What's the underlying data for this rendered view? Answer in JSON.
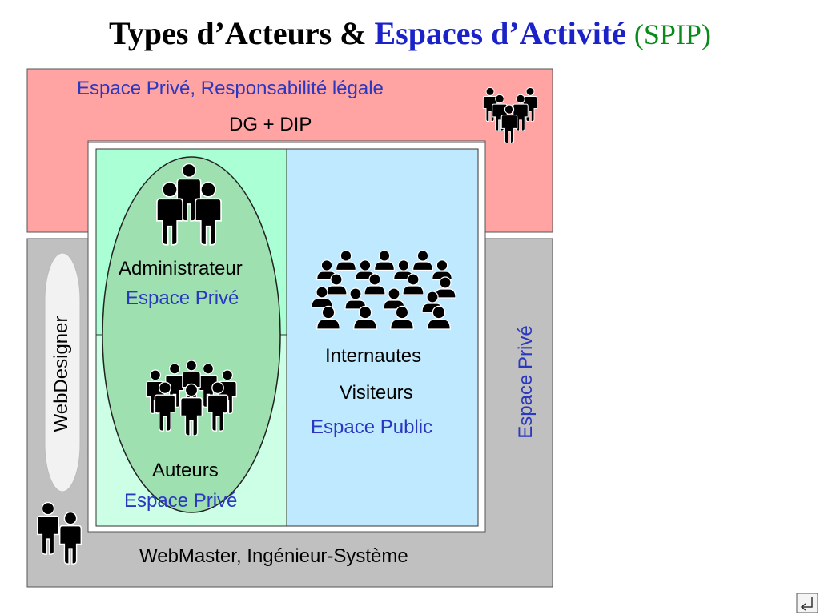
{
  "title": {
    "part1": "Types d’Acteurs &",
    "part2": "Espaces d’Activité",
    "part3": "(SPIP)"
  },
  "colors": {
    "red_zone": "#ffa3a3",
    "grey_zone": "#c0c0c0",
    "green_zone": "#aaffd4",
    "light_green_zone": "#ccffe6",
    "blue_zone": "#bfe9fe",
    "ellipse": "#9ee0b0",
    "label_blue": "#2a38c0",
    "title_blue": "#1a22c8",
    "title_green": "#0a8a1a"
  },
  "zones": {
    "legal": {
      "title": "Espace Privé, Responsabilité légale",
      "actor": "DG + DIP"
    },
    "admin": {
      "actor": "Administrateur",
      "space": "Espace Privé"
    },
    "authors": {
      "actor": "Auteurs",
      "space": "Espace Privé"
    },
    "public": {
      "actor1": "Internautes",
      "actor2": "Visiteurs",
      "space": "Espace Public"
    },
    "technical": {
      "actor": "WebMaster, Ingénieur-Système",
      "side_space": "Espace Privé",
      "designer": "WebDesigner"
    }
  },
  "icons": [
    "group-of-five-icon",
    "group-of-three-icon",
    "crowd-icon",
    "pair-of-people-icon",
    "return-arrow-icon"
  ]
}
